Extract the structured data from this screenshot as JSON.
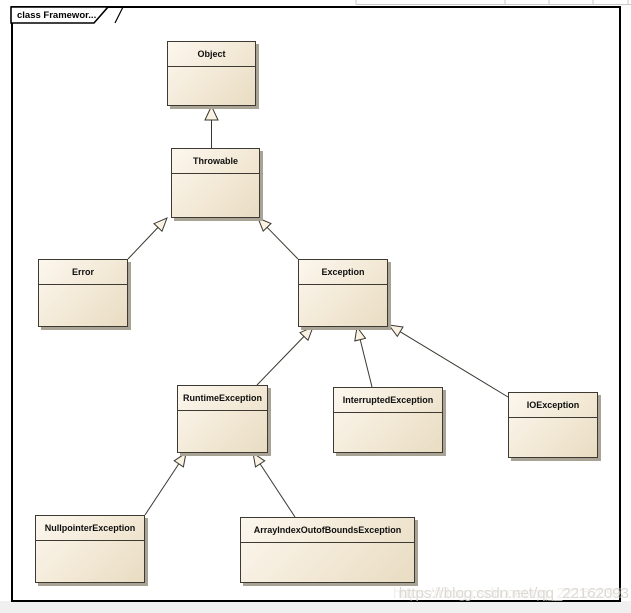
{
  "frame": {
    "label": "class Framewor..."
  },
  "diagram": {
    "type": "uml-class-diagram",
    "classes": [
      {
        "name": "Object"
      },
      {
        "name": "Throwable"
      },
      {
        "name": "Error"
      },
      {
        "name": "Exception"
      },
      {
        "name": "RuntimeException"
      },
      {
        "name": "InterruptedException"
      },
      {
        "name": "IOException"
      },
      {
        "name": "NullpointerException"
      },
      {
        "name": "ArrayIndexOutofBoundsException"
      }
    ],
    "relations": [
      {
        "child": "Throwable",
        "parent": "Object",
        "type": "generalization"
      },
      {
        "child": "Error",
        "parent": "Throwable",
        "type": "generalization"
      },
      {
        "child": "Exception",
        "parent": "Throwable",
        "type": "generalization"
      },
      {
        "child": "RuntimeException",
        "parent": "Exception",
        "type": "generalization"
      },
      {
        "child": "InterruptedException",
        "parent": "Exception",
        "type": "generalization"
      },
      {
        "child": "IOException",
        "parent": "Exception",
        "type": "generalization"
      },
      {
        "child": "NullpointerException",
        "parent": "RuntimeException",
        "type": "generalization"
      },
      {
        "child": "ArrayIndexOutofBoundsException",
        "parent": "RuntimeException",
        "type": "generalization"
      }
    ]
  },
  "watermark": {
    "text": "https://blog.csdn.net/qq_22162093"
  },
  "colors": {
    "box-fill-top": "#fcf7ee",
    "box-fill-bottom": "#e8dcc2",
    "box-border": "#3d3a33",
    "box-shadow": "#a9a396",
    "arrowhead-fill": "#faf3e4",
    "connector": "#3a372f",
    "frame-border": "#000000",
    "outside": "#f0f0f0",
    "watermark": "#d7d3cc"
  }
}
